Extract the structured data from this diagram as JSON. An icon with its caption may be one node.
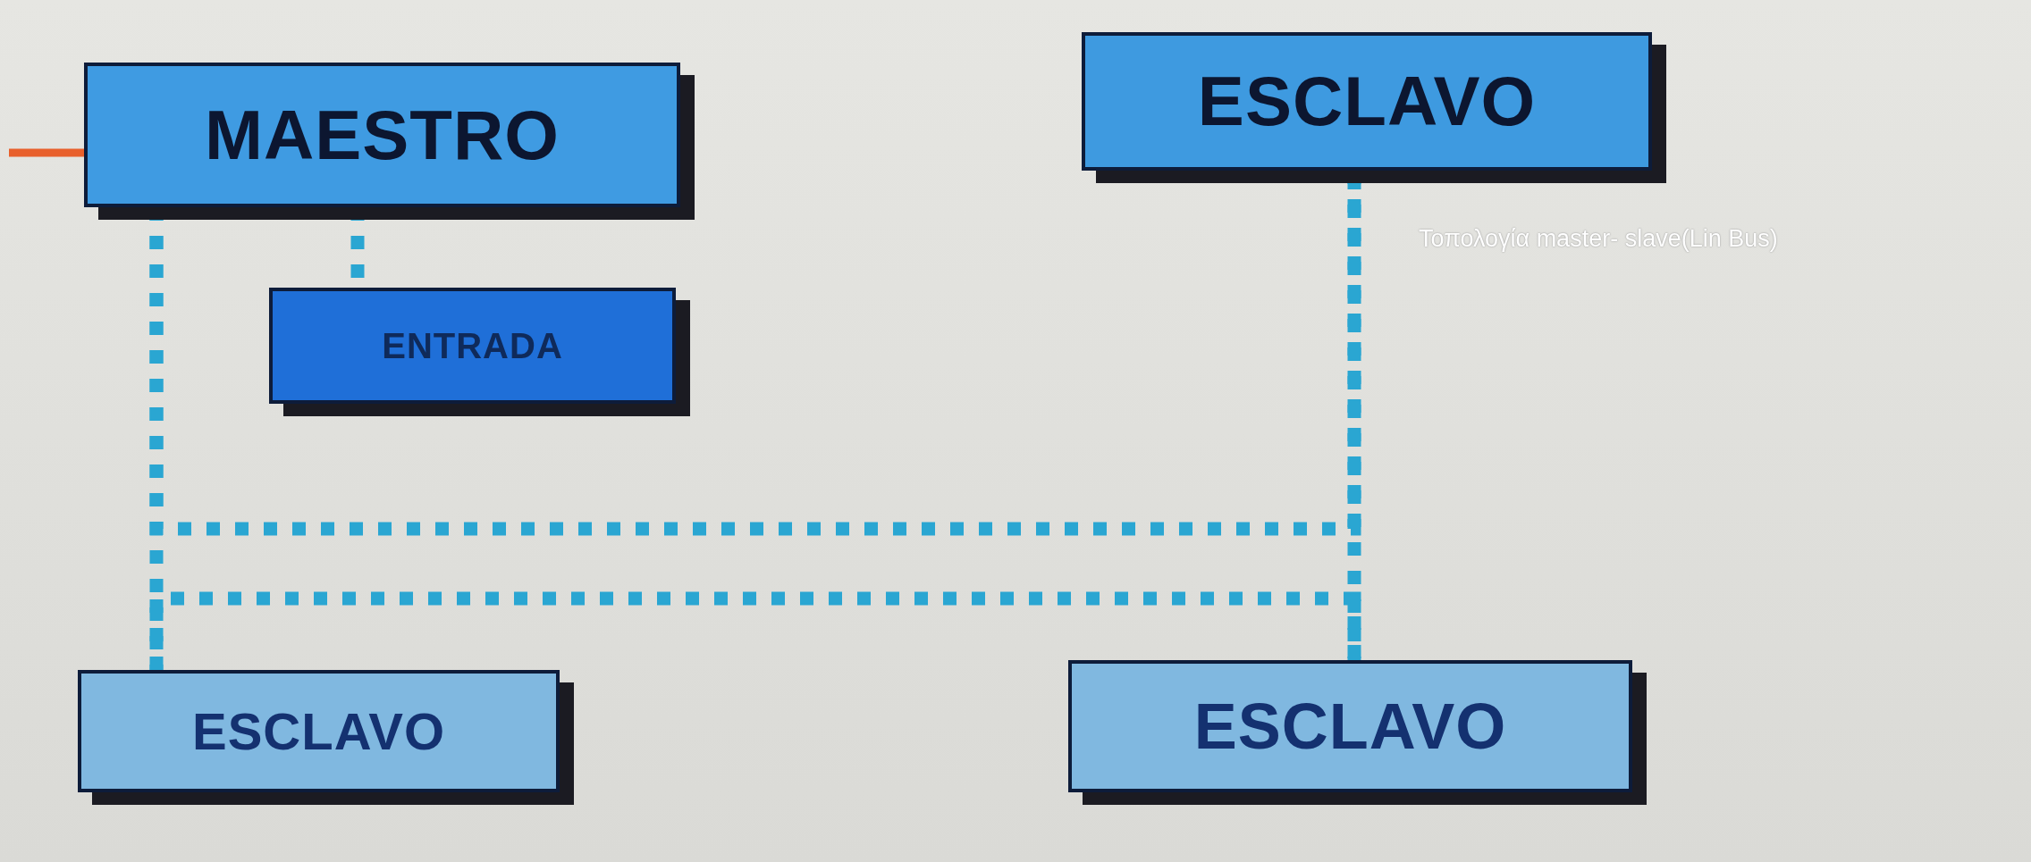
{
  "diagram": {
    "nodes": [
      {
        "text": [
          "MAESTRO"
        ]
      },
      {
        "text": [
          "ESCLAVO"
        ]
      },
      {
        "text": [
          "ENTRADA"
        ]
      },
      {
        "text": [
          "ESCLAVO"
        ]
      },
      {
        "text": [
          "ESCLAVO"
        ]
      }
    ],
    "edges": [
      {
        "from": null,
        "to": 0,
        "arrow": "none",
        "color": "#e8602c"
      },
      {
        "from": 0,
        "to": 2,
        "arrow": "none",
        "style": "dashed"
      },
      {
        "from": 0,
        "to": 3,
        "arrow": "none",
        "style": "dashed"
      },
      {
        "from": 1,
        "to": 4,
        "arrow": "none",
        "style": "dashed"
      },
      {
        "from": 0,
        "to": 1,
        "arrow": "none",
        "style": "dashed"
      },
      {
        "from": 3,
        "to": 4,
        "arrow": "none",
        "style": "dashed"
      }
    ],
    "labels": [
      "Τοπολογία master- slave(Lin Bus)"
    ]
  }
}
